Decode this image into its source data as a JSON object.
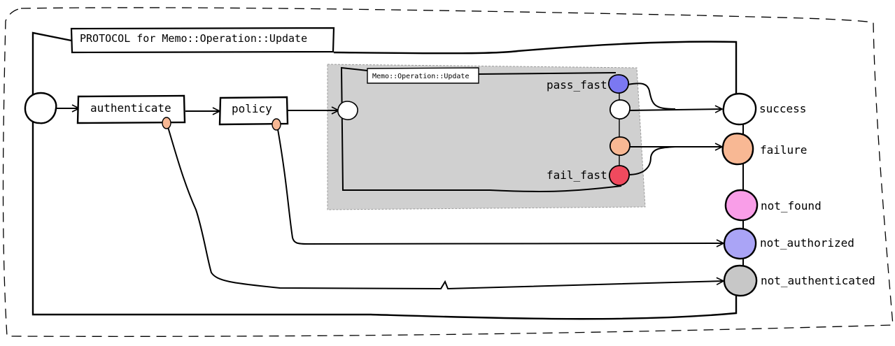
{
  "diagram": {
    "title": "PROTOCOL for Memo::Operation::Update",
    "steps": [
      {
        "label": "authenticate"
      },
      {
        "label": "policy"
      }
    ],
    "nested_operation": {
      "title": "Memo::Operation::Update",
      "ports": {
        "pass_fast": "pass_fast",
        "fail_fast": "fail_fast"
      }
    },
    "termini": [
      {
        "label": "success",
        "color": "#ffffff"
      },
      {
        "label": "failure",
        "color": "#f8b894"
      },
      {
        "label": "not_found",
        "color": "#f99ee8"
      },
      {
        "label": "not_authorized",
        "color": "#aaa4f6"
      },
      {
        "label": "not_authenticated",
        "color": "#c7c7c7"
      }
    ],
    "colors": {
      "pass_fast_port": "#7b78f2",
      "fail_fast_port": "#f04a5e",
      "failure_port": "#f8b894",
      "nested_background": "#d0d0d0",
      "line": "#000000"
    }
  }
}
